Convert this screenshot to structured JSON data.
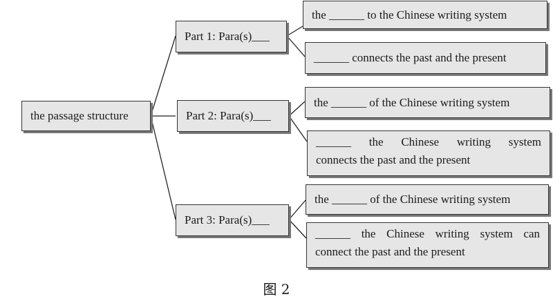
{
  "root": {
    "label": "the passage structure"
  },
  "parts": [
    {
      "label": "Part 1: Para(s)___",
      "children": [
        {
          "lines": [
            "the ______ to the Chinese writing system"
          ]
        },
        {
          "lines": [
            "______ connects the past and the present"
          ]
        }
      ]
    },
    {
      "label": "Part 2: Para(s)___",
      "children": [
        {
          "lines": [
            "the ______ of the Chinese writing system"
          ]
        },
        {
          "lines": [
            "______ the Chinese writing system",
            "connects the past and the present"
          ]
        }
      ]
    },
    {
      "label": "Part 3: Para(s)___",
      "children": [
        {
          "lines": [
            "the ______ of the Chinese writing system"
          ]
        },
        {
          "lines": [
            "______ the Chinese writing system can",
            "connect the past and the present"
          ]
        }
      ]
    }
  ],
  "caption": "图 2"
}
